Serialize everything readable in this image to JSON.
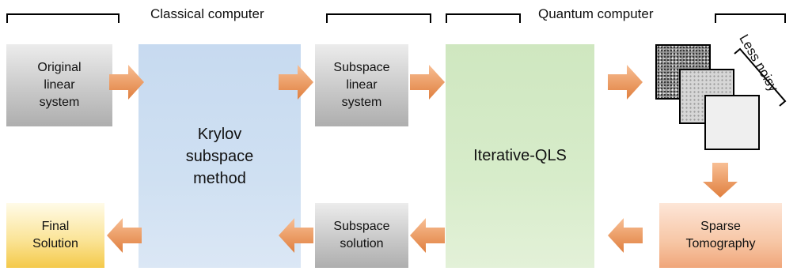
{
  "headers": {
    "classical": "Classical computer",
    "quantum": "Quantum computer"
  },
  "boxes": {
    "original_system": "Original\nlinear\nsystem",
    "krylov": "Krylov\nsubspace\nmethod",
    "subspace_system": "Subspace\nlinear\nsystem",
    "iterative_qls": "Iterative-QLS",
    "final_solution": "Final\nSolution",
    "subspace_solution": "Subspace\nsolution",
    "sparse_tomography": "Sparse\nTomography"
  },
  "noise_label": "Less noisy",
  "colors": {
    "arrow": "#f4a36c",
    "arrow_dark": "#e07f3e",
    "gray_box": "#c9c9c9",
    "blue_box": "#cfe0f2",
    "green_box": "#d7ecca",
    "yellow_box": "#fbe59a",
    "peach_box": "#f7c6a5"
  }
}
